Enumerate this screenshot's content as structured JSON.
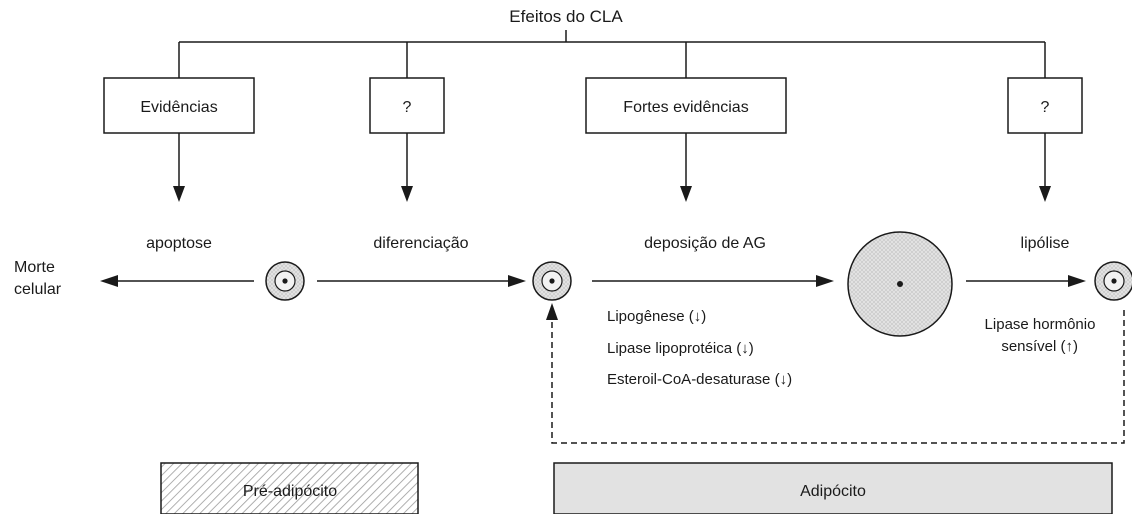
{
  "title": "Efeitos do CLA",
  "boxes": {
    "evidencias": "Evidências",
    "q1": "?",
    "fortes": "Fortes evidências",
    "q2": "?"
  },
  "processes": {
    "apoptose": "apoptose",
    "diferenciacao": "diferenciação",
    "deposicao": "deposição de AG",
    "lipolise": "lipólise"
  },
  "cell_death": [
    "Morte",
    "celular"
  ],
  "deposition_effects": [
    "Lipogênese (↓)",
    "Lipase lipoprotéica (↓)",
    "Esteroil-CoA-desaturase (↓)"
  ],
  "lipolysis_effects": [
    "Lipase hormônio",
    "sensível (↑)"
  ],
  "stages": {
    "pre_adipocito": "Pré-adipócito",
    "adipocito": "Adipócito"
  },
  "colors": {
    "line": "#1a1a1a",
    "adipocito_fill": "#e2e2e2",
    "hatch_fill": "#d9d9d9"
  }
}
